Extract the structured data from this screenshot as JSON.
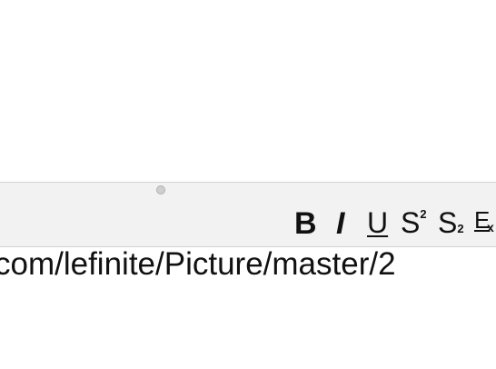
{
  "toolbar": {
    "bold_label": "B",
    "italic_label": "I",
    "underline_label": "U",
    "superscript_base": "S",
    "superscript_mark": "2",
    "subscript_base": "S",
    "subscript_mark": "2",
    "clear_format_letter": "E",
    "clear_format_mark": "x",
    "icons": [
      "bold-icon",
      "italic-icon",
      "underline-icon",
      "superscript-icon",
      "subscript-icon",
      "clear-format-icon"
    ]
  },
  "editor": {
    "content_text": "com/lefinite/Picture/master/2"
  }
}
